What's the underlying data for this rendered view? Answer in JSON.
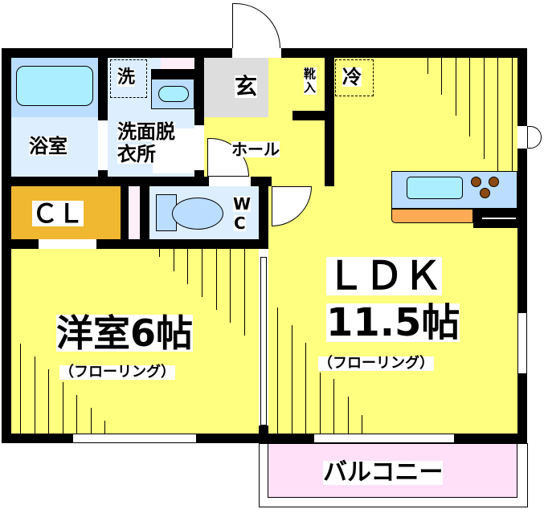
{
  "floorplan": {
    "rooms": {
      "bath": {
        "label": "浴室"
      },
      "washer": {
        "label": "洗"
      },
      "washroom": {
        "label_line1": "洗面脱",
        "label_line2": "衣所"
      },
      "entrance": {
        "label": "玄"
      },
      "shoe_storage": {
        "label": "靴入"
      },
      "fridge": {
        "label": "冷"
      },
      "hall": {
        "label": "ホール"
      },
      "closet": {
        "label": "ＣＬ"
      },
      "wc": {
        "label_line1": "W",
        "label_line2": "C"
      },
      "western_room": {
        "label": "洋室6帖",
        "sublabel": "（フローリング）"
      },
      "ldk": {
        "label_line1": "ＬＤＫ",
        "label_line2": "11.5帖",
        "sublabel": "（フローリング）"
      },
      "balcony": {
        "label": "バルコニー"
      }
    },
    "colors": {
      "floor": "#FFFF80",
      "wet_area": "#DDEEFF",
      "fixture": "#BBDDFF",
      "tub": "#AAEEFF",
      "entrance": "#DDDDDD",
      "closet": "#F0B830",
      "counter": "#FFAA55",
      "burner": "#8B4A10",
      "balcony": "#FFE0F8",
      "wall": "#000000"
    }
  }
}
